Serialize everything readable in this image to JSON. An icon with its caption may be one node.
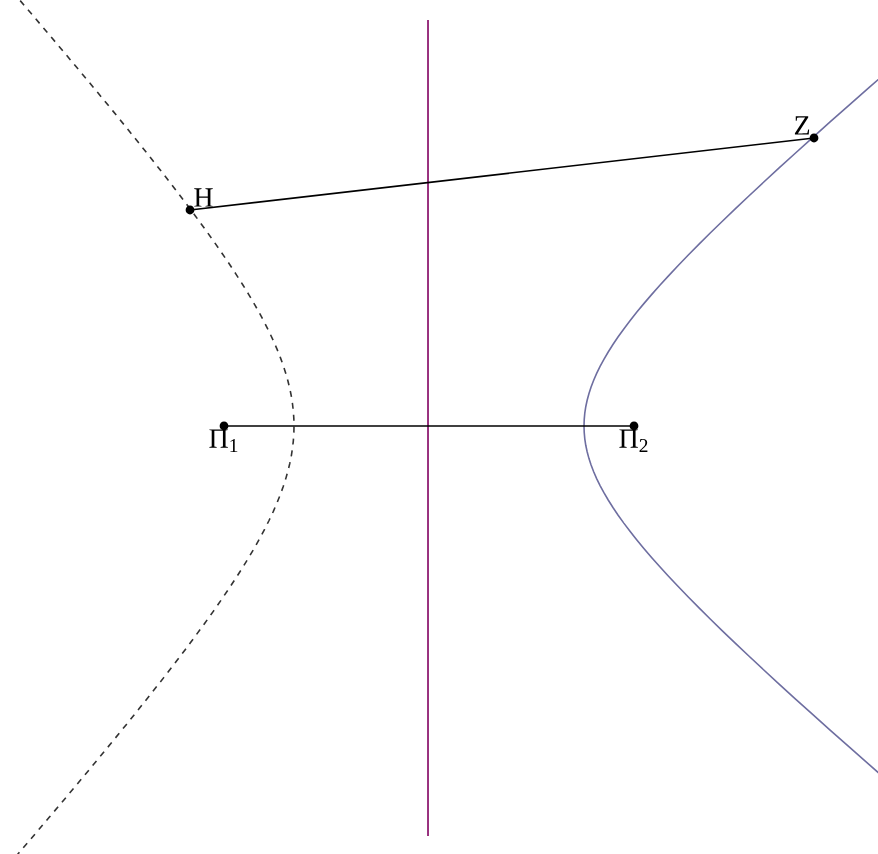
{
  "diagram": {
    "nodes": [
      {
        "text": [
          "H"
        ]
      },
      {
        "text": [
          "Z"
        ]
      },
      {
        "text": [
          "Π$_{1}$"
        ]
      },
      {
        "text": [
          "Π$_{2}$"
        ]
      }
    ],
    "edges": [
      {
        "from": 0,
        "to": 1,
        "arrow": "none"
      },
      {
        "from": 2,
        "to": 3,
        "arrow": "none"
      }
    ]
  }
}
